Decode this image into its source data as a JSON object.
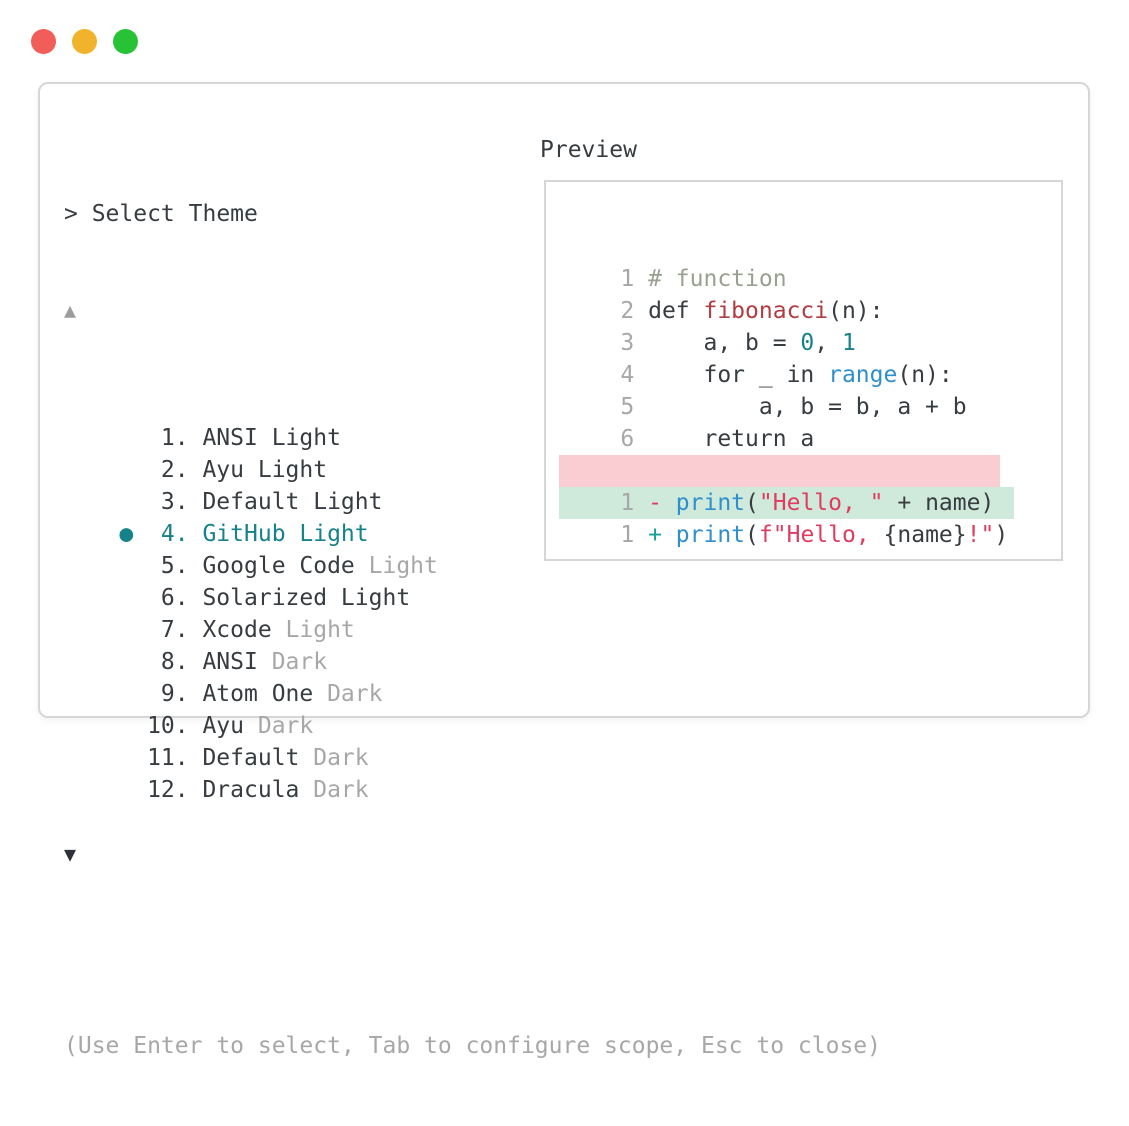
{
  "colors": {
    "ink": "#373c41",
    "muted": "#a7a7a7",
    "arrow_up": "#9d9d9d",
    "arrow_down": "#2b3136",
    "accent_teal": "#16828a",
    "comment": "#99a090",
    "function_red": "#b23c41",
    "number_teal": "#16828a",
    "builtin_blue": "#2f8fcd",
    "string_crimson": "#e23b60",
    "diff_minus": "#e23b60",
    "diff_plus": "#18a092",
    "diff_removed_bg": "#f9cdd1",
    "diff_added_bg": "#cfeadb",
    "border": "#d6d6d6",
    "traffic_red": "#f15d58",
    "traffic_yellow": "#f0b32b",
    "traffic_green": "#28c236"
  },
  "theme_selector": {
    "title": "> Select Theme",
    "scroll_up_indicator": "▲",
    "scroll_down_indicator": "▼",
    "selection_bullet": "●",
    "help": "(Use Enter to select, Tab to configure scope, Esc to close)",
    "items": [
      {
        "number": "1.",
        "name": "ANSI Light",
        "variant": "",
        "selected": false
      },
      {
        "number": "2.",
        "name": "Ayu Light",
        "variant": "",
        "selected": false
      },
      {
        "number": "3.",
        "name": "Default Light",
        "variant": "",
        "selected": false
      },
      {
        "number": "4.",
        "name": "GitHub Light",
        "variant": "",
        "selected": true
      },
      {
        "number": "5.",
        "name": "Google Code",
        "variant": "Light",
        "selected": false
      },
      {
        "number": "6.",
        "name": "Solarized Light",
        "variant": "",
        "selected": false
      },
      {
        "number": "7.",
        "name": "Xcode",
        "variant": "Light",
        "selected": false
      },
      {
        "number": "8.",
        "name": "ANSI",
        "variant": "Dark",
        "selected": false
      },
      {
        "number": "9.",
        "name": "Atom One",
        "variant": "Dark",
        "selected": false
      },
      {
        "number": "10.",
        "name": "Ayu",
        "variant": "Dark",
        "selected": false
      },
      {
        "number": "11.",
        "name": "Default",
        "variant": "Dark",
        "selected": false
      },
      {
        "number": "12.",
        "name": "Dracula",
        "variant": "Dark",
        "selected": false
      }
    ]
  },
  "preview": {
    "label": "Preview",
    "code_lines": [
      {
        "num": "1",
        "tokens": [
          {
            "style": "comment",
            "text": "# function"
          }
        ]
      },
      {
        "num": "2",
        "tokens": [
          {
            "style": "text",
            "text": "def "
          },
          {
            "style": "function",
            "text": "fibonacci"
          },
          {
            "style": "text",
            "text": "(n):"
          }
        ]
      },
      {
        "num": "3",
        "tokens": [
          {
            "style": "text",
            "text": "    a, b = "
          },
          {
            "style": "number",
            "text": "0"
          },
          {
            "style": "text",
            "text": ", "
          },
          {
            "style": "number",
            "text": "1"
          }
        ]
      },
      {
        "num": "4",
        "tokens": [
          {
            "style": "text",
            "text": "    for _ in "
          },
          {
            "style": "builtin",
            "text": "range"
          },
          {
            "style": "text",
            "text": "(n):"
          }
        ]
      },
      {
        "num": "5",
        "tokens": [
          {
            "style": "text",
            "text": "        a, b = b, a + b"
          }
        ]
      },
      {
        "num": "6",
        "tokens": [
          {
            "style": "text",
            "text": "    return a"
          }
        ]
      }
    ],
    "diff_lines": [
      {
        "num": "1",
        "type": "removed",
        "tokens": [
          {
            "style": "diff-minus",
            "text": "- "
          },
          {
            "style": "builtin",
            "text": "print"
          },
          {
            "style": "text",
            "text": "("
          },
          {
            "style": "string",
            "text": "\"Hello, \""
          },
          {
            "style": "text",
            "text": " + name)"
          }
        ]
      },
      {
        "num": "1",
        "type": "added",
        "tokens": [
          {
            "style": "diff-plus",
            "text": "+ "
          },
          {
            "style": "builtin",
            "text": "print"
          },
          {
            "style": "text",
            "text": "("
          },
          {
            "style": "string",
            "text": "f\"Hello, "
          },
          {
            "style": "text",
            "text": "{name}"
          },
          {
            "style": "string",
            "text": "!\""
          },
          {
            "style": "text",
            "text": ")"
          }
        ]
      }
    ]
  }
}
